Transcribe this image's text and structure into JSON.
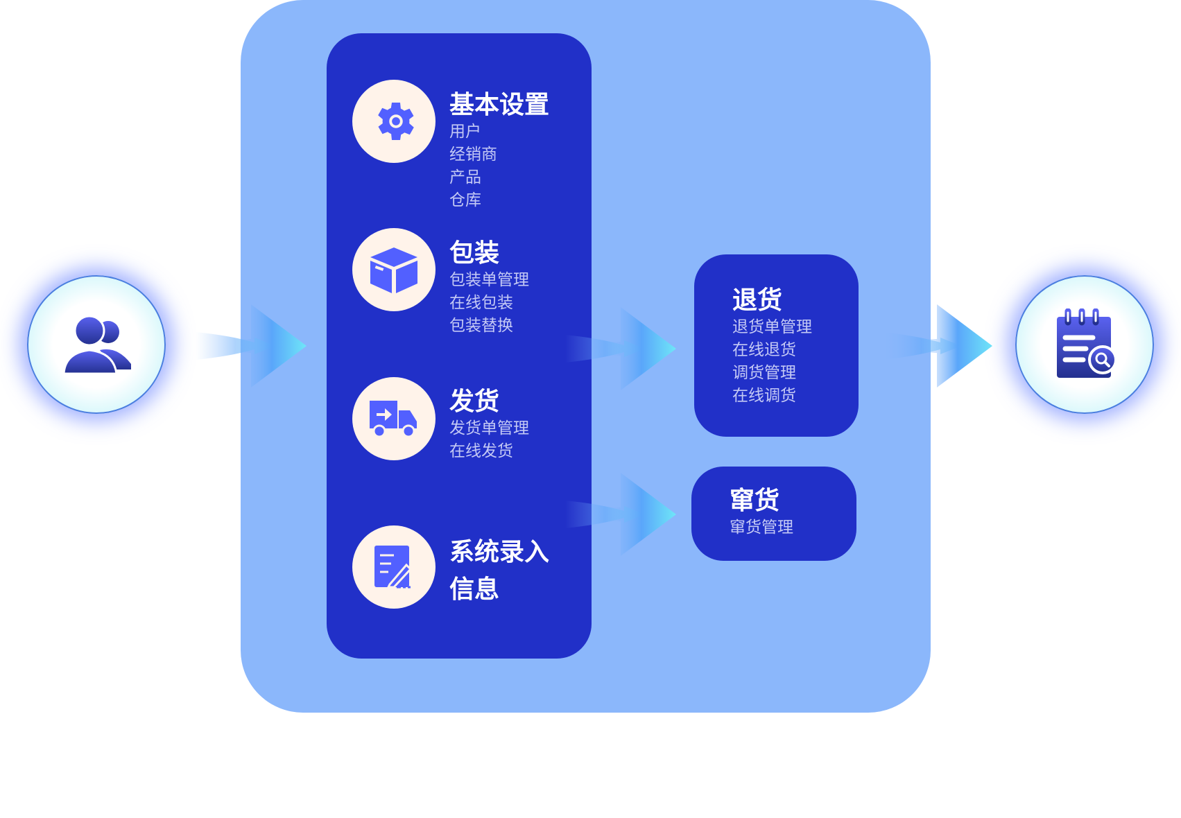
{
  "colors": {
    "panel": "#8bb7fb",
    "column": "#2130c8",
    "icon": "#5260ff",
    "circle": "#fff3ea"
  },
  "start_node": {
    "icon": "users-icon"
  },
  "end_node": {
    "icon": "report-search-icon"
  },
  "modules": [
    {
      "icon": "gear-icon",
      "title": "基本设置",
      "items": [
        "用户",
        "经销商",
        "产品",
        "仓库"
      ]
    },
    {
      "icon": "box-icon",
      "title": "包装",
      "items": [
        "包装单管理",
        "在线包装",
        "包装替换"
      ]
    },
    {
      "icon": "truck-icon",
      "title": "发货",
      "items": [
        "发货单管理",
        "在线发货"
      ]
    },
    {
      "icon": "edit-document-icon",
      "title_lines": [
        "系统录入",
        "信息"
      ]
    }
  ],
  "returns": {
    "title": "退货",
    "items": [
      "退货单管理",
      "在线退货",
      "调货管理",
      "在线调货"
    ]
  },
  "diversion": {
    "title": "窜货",
    "items": [
      "窜货管理"
    ]
  }
}
